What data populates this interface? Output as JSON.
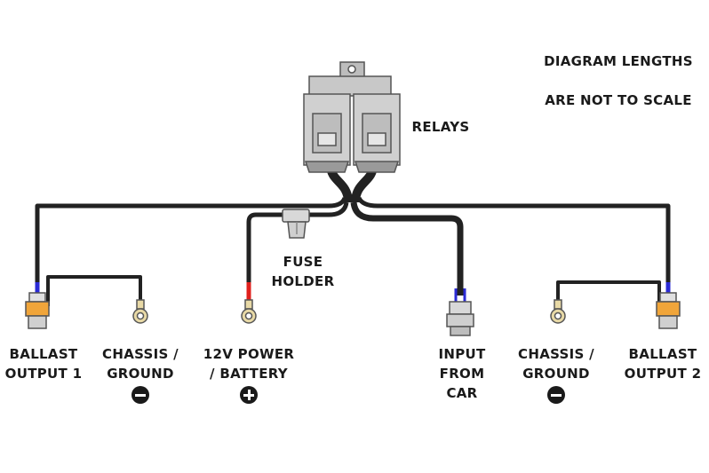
{
  "note": {
    "line1": "DIAGRAM LENGTHS",
    "line2": "ARE NOT TO SCALE"
  },
  "components": {
    "relays": "RELAYS",
    "fuse_holder": "FUSE\nHOLDER",
    "ballast_output_1": "BALLAST\nOUTPUT 1",
    "chassis_ground_1": "CHASSIS /\nGROUND",
    "power": "12V POWER\n/ BATTERY",
    "input": "INPUT\nFROM\nCAR",
    "chassis_ground_2": "CHASSIS /\nGROUND",
    "ballast_output_2": "BALLAST\nOUTPUT 2"
  },
  "symbols": {
    "ground_1": "minus-icon",
    "power": "plus-icon",
    "ground_2": "minus-icon"
  },
  "colors": {
    "wire": "#222222",
    "positive": "#e0201c",
    "negative": "#2b2bd6",
    "connector_body": "#cfcfcf",
    "connector_ring": "#f0a53a",
    "ring_terminal": "#e8d9a6"
  }
}
